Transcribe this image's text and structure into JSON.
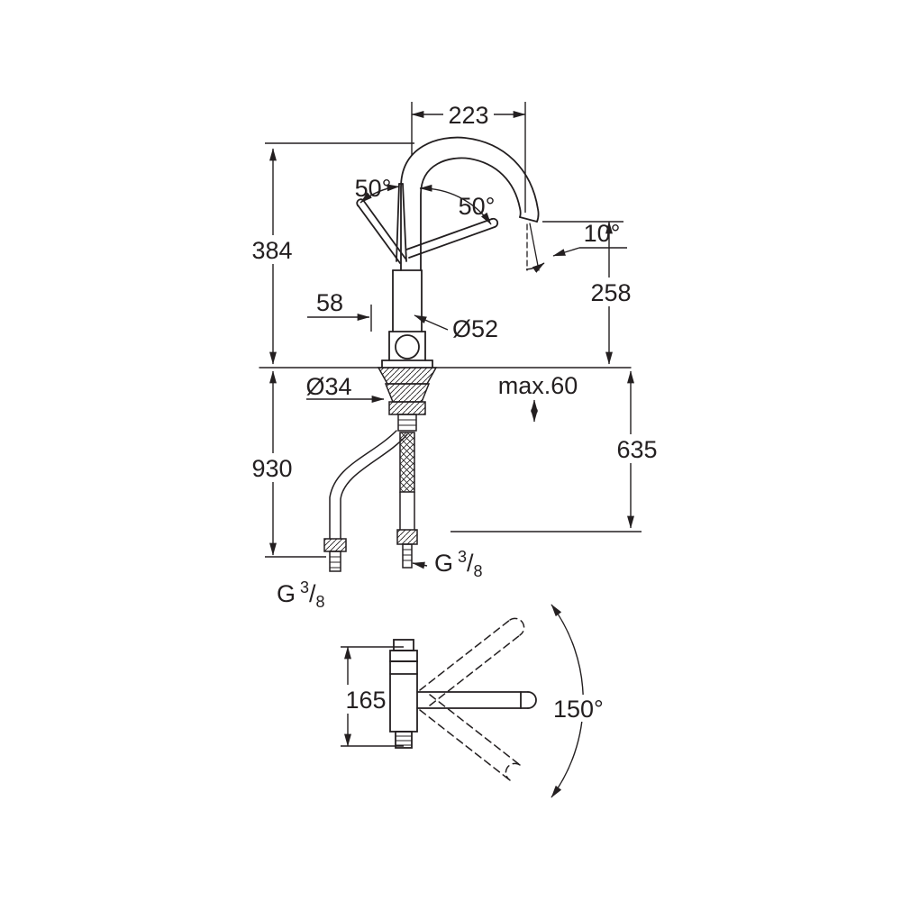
{
  "page": {
    "background": "#ffffff",
    "line_color": "#231f20",
    "drawing_type": "faucet-technical-dimension-drawing"
  },
  "labels": {
    "spout_reach": "223",
    "total_height": "384",
    "handle_angle_left": "50°",
    "handle_angle_right": "50°",
    "outlet_angle": "10°",
    "handle_width": "58",
    "body_diameter": "Ø52",
    "outlet_height": "258",
    "shank_diameter": "Ø34",
    "max_deck_thickness": "max.60",
    "left_hose_length": "930",
    "right_hose_length": "635",
    "side_view_height": "165",
    "swivel_angle": "150°"
  },
  "threads": {
    "right": {
      "prefix": "G",
      "numerator": "3",
      "slash": "/",
      "denominator": "8"
    },
    "left": {
      "prefix": "G",
      "numerator": "3",
      "slash": "/",
      "denominator": "8"
    }
  }
}
